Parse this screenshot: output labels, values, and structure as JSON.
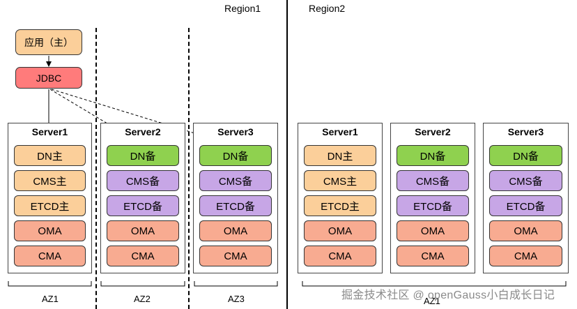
{
  "regions": [
    {
      "label": "Region1"
    },
    {
      "label": "Region2"
    }
  ],
  "app": {
    "label": "应用（主）",
    "jdbc": "JDBC"
  },
  "region1": {
    "servers": [
      {
        "title": "Server1",
        "components": [
          "DN主",
          "CMS主",
          "ETCD主",
          "OMA",
          "CMA"
        ],
        "az": "AZ1"
      },
      {
        "title": "Server2",
        "components": [
          "DN备",
          "CMS备",
          "ETCD备",
          "OMA",
          "CMA"
        ],
        "az": "AZ2"
      },
      {
        "title": "Server3",
        "components": [
          "DN备",
          "CMS备",
          "ETCD备",
          "OMA",
          "CMA"
        ],
        "az": "AZ3"
      }
    ]
  },
  "region2": {
    "servers": [
      {
        "title": "Server1",
        "components": [
          "DN主",
          "CMS主",
          "ETCD主",
          "OMA",
          "CMA"
        ]
      },
      {
        "title": "Server2",
        "components": [
          "DN备",
          "CMS备",
          "ETCD备",
          "OMA",
          "CMA"
        ]
      },
      {
        "title": "Server3",
        "components": [
          "DN备",
          "CMS备",
          "ETCD备",
          "OMA",
          "CMA"
        ]
      }
    ],
    "az": "AZ1"
  },
  "colors": {
    "primary_component": "#fbcf9a",
    "standby_dn": "#8fd14f",
    "standby_component": "#c7a6e6",
    "agent_component": "#f8ab91",
    "jdbc": "#ff7b7b"
  },
  "watermark": "掘金技术社区 @ openGauss小白成长日记"
}
